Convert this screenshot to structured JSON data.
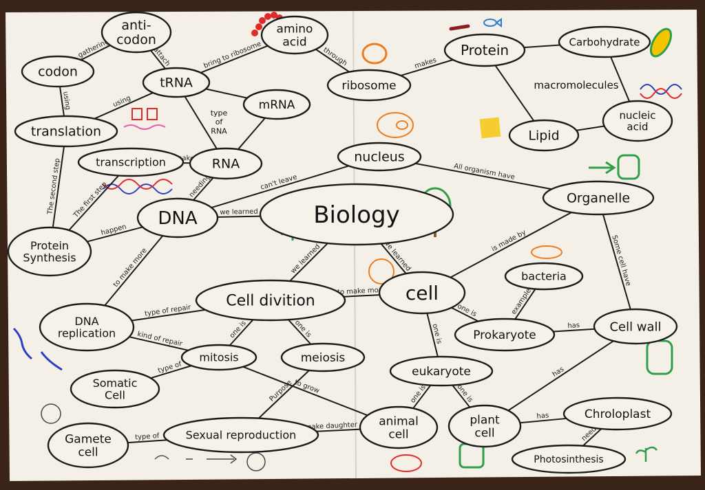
{
  "diagram": {
    "title": "Biology",
    "nodes": [
      {
        "id": "biology",
        "label": "Biology"
      },
      {
        "id": "anticodon",
        "label": "anti-\ncodon"
      },
      {
        "id": "codon",
        "label": "codon"
      },
      {
        "id": "amino_acid",
        "label": "amino\nacid"
      },
      {
        "id": "trna",
        "label": "tRNA"
      },
      {
        "id": "mrna",
        "label": "mRNA"
      },
      {
        "id": "translation",
        "label": "translation"
      },
      {
        "id": "ribosome",
        "label": "ribosome"
      },
      {
        "id": "protein",
        "label": "Protein"
      },
      {
        "id": "carbohydrate",
        "label": "Carbohydrate"
      },
      {
        "id": "lipid",
        "label": "Lipid"
      },
      {
        "id": "nucleic_acid",
        "label": "nucleic\nacid"
      },
      {
        "id": "transcription",
        "label": "transcription"
      },
      {
        "id": "rna",
        "label": "RNA"
      },
      {
        "id": "nucleus",
        "label": "nucleus"
      },
      {
        "id": "organelle",
        "label": "Organelle"
      },
      {
        "id": "dna",
        "label": "DNA"
      },
      {
        "id": "protein_synthesis",
        "label": "Protein\nSynthesis"
      },
      {
        "id": "bacteria",
        "label": "bacteria"
      },
      {
        "id": "cell",
        "label": "cell"
      },
      {
        "id": "cell_division",
        "label": "Cell divition"
      },
      {
        "id": "dna_replication",
        "label": "DNA\nreplication"
      },
      {
        "id": "prokaryote",
        "label": "Prokaryote"
      },
      {
        "id": "cell_wall",
        "label": "Cell wall"
      },
      {
        "id": "mitosis",
        "label": "mitosis"
      },
      {
        "id": "meiosis",
        "label": "meiosis"
      },
      {
        "id": "eukaryote",
        "label": "eukaryote"
      },
      {
        "id": "somatic_cell",
        "label": "Somatic\nCell"
      },
      {
        "id": "animal_cell",
        "label": "animal\ncell"
      },
      {
        "id": "plant_cell",
        "label": "plant\ncell"
      },
      {
        "id": "chloroplast",
        "label": "Chroloplast"
      },
      {
        "id": "gamete_cell",
        "label": "Gamete\ncell"
      },
      {
        "id": "sexual_reproduction",
        "label": "Sexual reproduction"
      },
      {
        "id": "photosynthesis",
        "label": "Photosinthesis"
      }
    ],
    "edges": [
      {
        "from": "anticodon",
        "to": "codon",
        "label": "gathering"
      },
      {
        "from": "anticodon",
        "to": "trna",
        "label": "attach"
      },
      {
        "from": "trna",
        "to": "amino_acid",
        "label": "bring to ribosome"
      },
      {
        "from": "amino_acid",
        "to": "ribosome",
        "label": "through"
      },
      {
        "from": "trna",
        "to": "mrna",
        "label": ""
      },
      {
        "from": "trna",
        "to": "translation",
        "label": "using"
      },
      {
        "from": "trna",
        "to": "rna",
        "label": ""
      },
      {
        "from": "mrna",
        "to": "rna",
        "label": ""
      },
      {
        "from": "codon",
        "to": "translation",
        "label": "using"
      },
      {
        "from": "ribosome",
        "to": "protein",
        "label": "makes"
      },
      {
        "from": "protein",
        "to": "carbohydrate",
        "label": ""
      },
      {
        "from": "protein",
        "to": "lipid",
        "label": ""
      },
      {
        "from": "carbohydrate",
        "to": "nucleic_acid",
        "label": ""
      },
      {
        "from": "lipid",
        "to": "nucleic_acid",
        "label": ""
      },
      {
        "from": "transcription",
        "to": "rna",
        "label": "makes"
      },
      {
        "from": "rna",
        "to": "dna",
        "label": "needing"
      },
      {
        "from": "translation",
        "to": "protein_synthesis",
        "label": "The second step"
      },
      {
        "from": "transcription",
        "to": "protein_synthesis",
        "label": "The first step"
      },
      {
        "from": "dna",
        "to": "nucleus",
        "label": "can't leave"
      },
      {
        "from": "nucleus",
        "to": "organelle",
        "label": "All organism have"
      },
      {
        "from": "dna",
        "to": "biology",
        "label": "we learned"
      },
      {
        "from": "dna",
        "to": "protein_synthesis",
        "label": "happen"
      },
      {
        "from": "dna",
        "to": "dna_replication",
        "label": "to make more"
      },
      {
        "from": "organelle",
        "to": "cell",
        "label": "is made by"
      },
      {
        "from": "organelle",
        "to": "cell_wall",
        "label": "Some cell have"
      },
      {
        "from": "biology",
        "to": "cell",
        "label": "we learned"
      },
      {
        "from": "biology",
        "to": "cell_division",
        "label": "we learned"
      },
      {
        "from": "cell_division",
        "to": "cell",
        "label": "to make more"
      },
      {
        "from": "cell",
        "to": "prokaryote",
        "label": "one is"
      },
      {
        "from": "cell",
        "to": "eukaryote",
        "label": "one is"
      },
      {
        "from": "bacteria",
        "to": "prokaryote",
        "label": "example"
      },
      {
        "from": "prokaryote",
        "to": "cell_wall",
        "label": "has"
      },
      {
        "from": "cell_division",
        "to": "dna_replication",
        "label": "type of repair"
      },
      {
        "from": "cell_division",
        "to": "mitosis",
        "label": "one is"
      },
      {
        "from": "cell_division",
        "to": "meiosis",
        "label": "one is"
      },
      {
        "from": "dna_replication",
        "to": "mitosis",
        "label": "kind of repair"
      },
      {
        "from": "mitosis",
        "to": "somatic_cell",
        "label": "type of"
      },
      {
        "from": "mitosis",
        "to": "animal_cell",
        "label": "to grow"
      },
      {
        "from": "meiosis",
        "to": "sexual_reproduction",
        "label": "Purpose"
      },
      {
        "from": "eukaryote",
        "to": "animal_cell",
        "label": "one is"
      },
      {
        "from": "eukaryote",
        "to": "plant_cell",
        "label": "one is"
      },
      {
        "from": "cell_wall",
        "to": "plant_cell",
        "label": "has"
      },
      {
        "from": "plant_cell",
        "to": "chloroplast",
        "label": "has"
      },
      {
        "from": "chloroplast",
        "to": "photosynthesis",
        "label": "need"
      },
      {
        "from": "gamete_cell",
        "to": "sexual_reproduction",
        "label": "type of"
      },
      {
        "from": "sexual_reproduction",
        "to": "animal_cell",
        "label": "make daughter cell"
      }
    ],
    "free_text": [
      {
        "id": "macromolecules",
        "label": "macromolecules"
      },
      {
        "id": "type_of_rna",
        "label": "type\nof\nRNA"
      }
    ]
  },
  "colors": {
    "ink": "#1b1b1b",
    "paper": "#f4f0e8",
    "desk": "#3a2418",
    "marker_red": "#e02a2a",
    "marker_orange": "#f07a1a",
    "marker_blue": "#2a3fbf",
    "marker_green": "#2e9e4a",
    "marker_pink": "#e85ab0",
    "marker_yellow": "#f5c400"
  },
  "icons": [
    "dna-helix-icon",
    "cell-icon",
    "tree-icon",
    "sun-icon",
    "fish-icon",
    "bone-icon",
    "plant-sprout-icon",
    "chloroplast-icon",
    "corn-icon",
    "amino-chain-icon"
  ]
}
